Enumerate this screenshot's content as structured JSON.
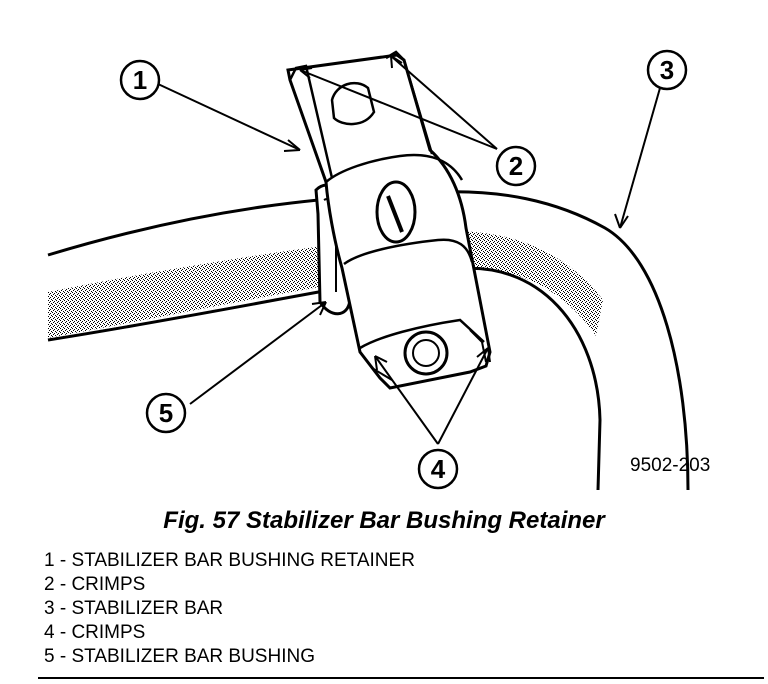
{
  "figure": {
    "code": "9502-203",
    "caption": "Fig. 57 Stabilizer Bar Bushing Retainer",
    "callouts": [
      {
        "number": "1"
      },
      {
        "number": "2"
      },
      {
        "number": "3"
      },
      {
        "number": "4"
      },
      {
        "number": "5"
      }
    ]
  },
  "legend": {
    "items": [
      {
        "text": "1 - STABILIZER BAR BUSHING RETAINER"
      },
      {
        "text": "2 - CRIMPS"
      },
      {
        "text": "3 - STABILIZER BAR"
      },
      {
        "text": "4 - CRIMPS"
      },
      {
        "text": "5 - STABILIZER BAR BUSHING"
      }
    ]
  }
}
